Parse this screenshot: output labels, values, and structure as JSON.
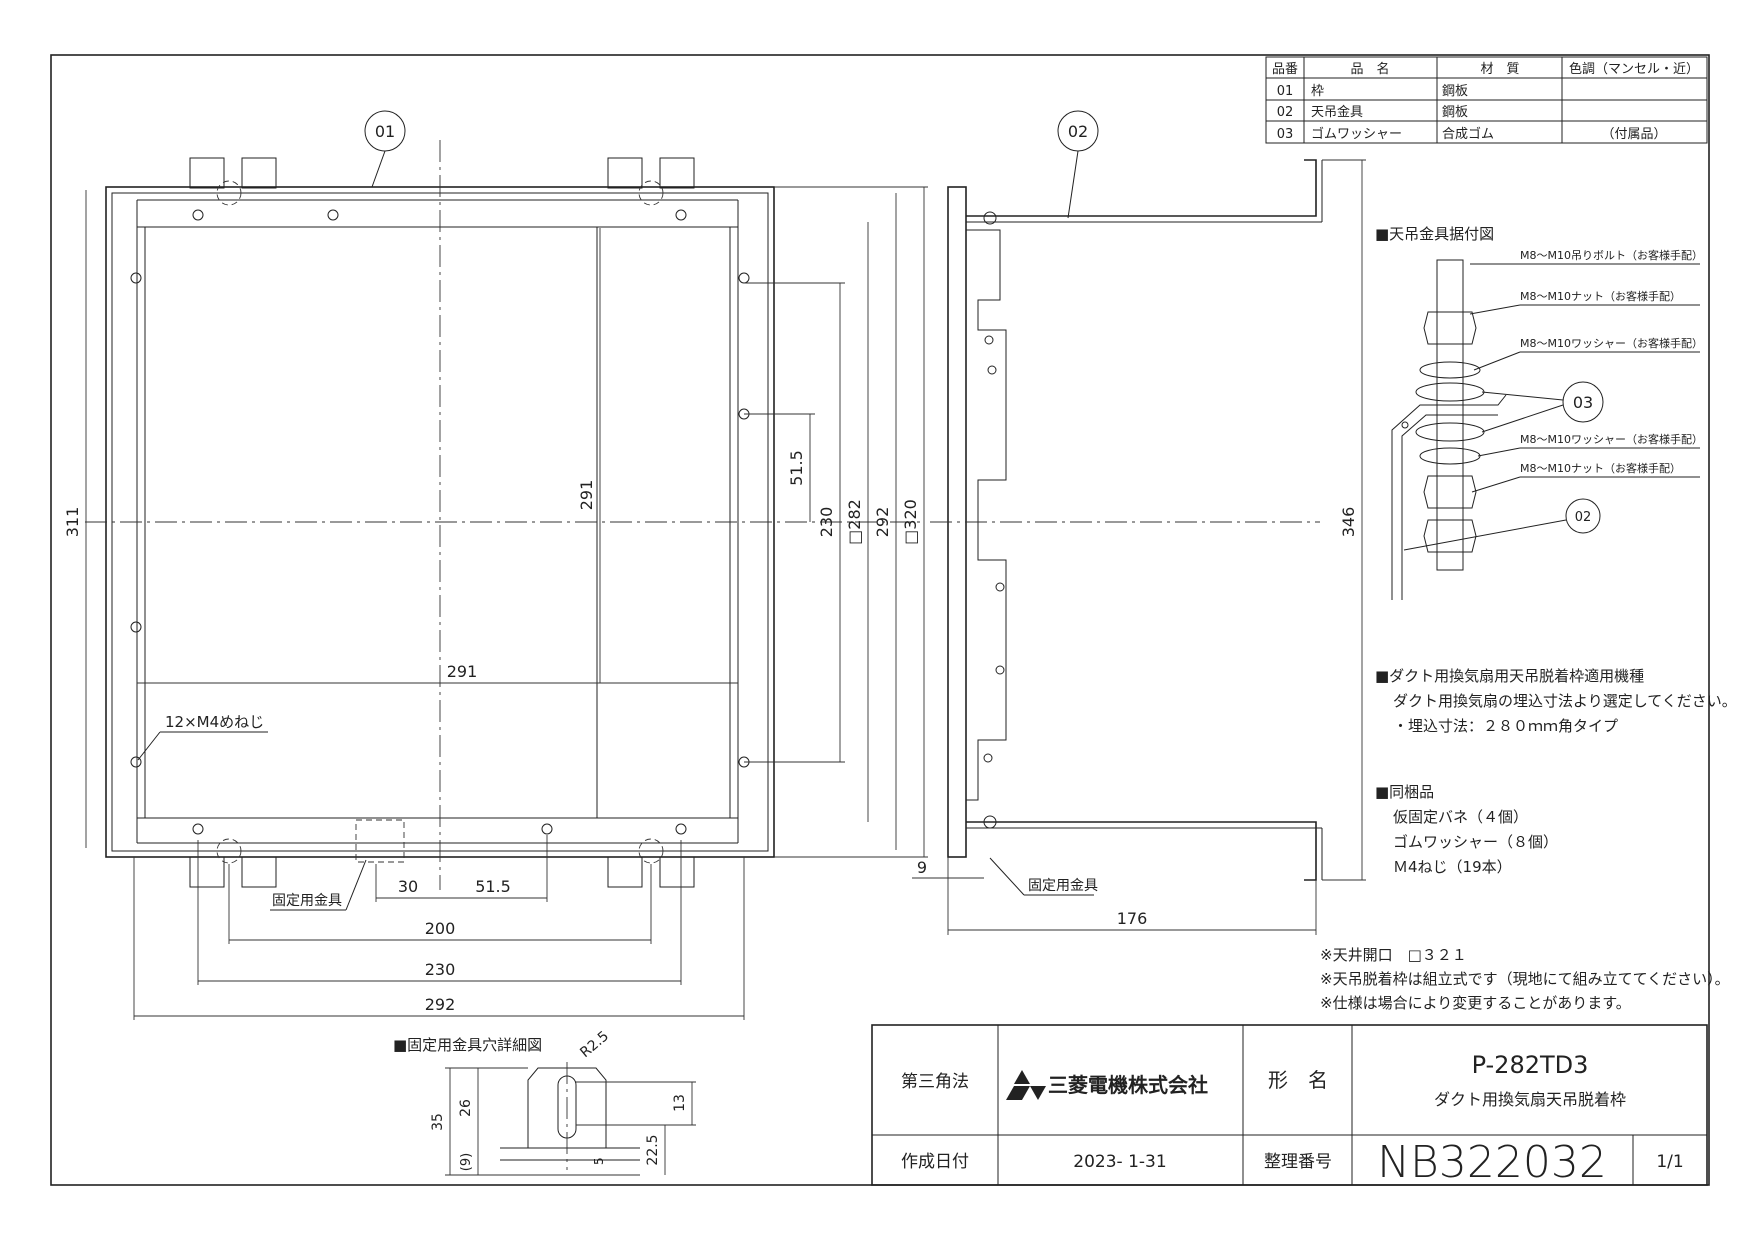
{
  "parts_table": {
    "headers": [
      "品番",
      "品　名",
      "材　質",
      "色調（マンセル・近）"
    ],
    "rows": [
      [
        "01",
        "枠",
        "鋼板",
        ""
      ],
      [
        "02",
        "天吊金具",
        "鋼板",
        ""
      ],
      [
        "03",
        "ゴムワッシャー",
        "合成ゴム",
        "（付属品）"
      ]
    ]
  },
  "callouts": {
    "c01": "01",
    "c02": "02",
    "c03": "03",
    "c02b": "02"
  },
  "front_dims": {
    "h311": "311",
    "v291": "291",
    "h291": "291",
    "v51_5": "51.5",
    "v230": "230",
    "v282": "□282",
    "v292": "292",
    "v320": "□320",
    "b30": "30",
    "b51_5": "51.5",
    "b200": "200",
    "b230": "230",
    "b292": "292"
  },
  "side_dims": {
    "d346": "346",
    "d9": "9",
    "d176": "176"
  },
  "labels": {
    "screws": "12×M4めねじ",
    "fixing1": "固定用金具",
    "fixing2": "固定用金具"
  },
  "hanger": {
    "title": "■天吊金具据付図",
    "bolt": "M8～M10吊りボルト（お客様手配）",
    "nut1": "M8～M10ナット（お客様手配）",
    "washer1": "M8～M10ワッシャー（お客様手配）",
    "washer2": "M8～M10ワッシャー（お客様手配）",
    "nut2": "M8～M10ナット（お客様手配）"
  },
  "notes": {
    "applicable_title": "■ダクト用換気扇用天吊脱着枠適用機種",
    "applicable_1": "ダクト用換気扇の埋込寸法より選定してください。",
    "applicable_2": "・埋込寸法：２８０ｍｍ角タイプ",
    "bundled_title": "■同梱品",
    "bundled_1": "仮固定バネ（４個）",
    "bundled_2": "ゴムワッシャー（８個）",
    "bundled_3": "Ｍ4ねじ（19本）",
    "star_1": "※天井開口　□３２１",
    "star_2": "※天吊脱着枠は組立式です（現地にて組み立ててください）。",
    "star_3": "※仕様は場合により変更することがあります。"
  },
  "detail": {
    "title": "■固定用金具穴詳細図",
    "r": "R2.5",
    "d35": "35",
    "d26": "26",
    "d9": "(9)",
    "d13": "13",
    "d22_5": "22.5",
    "d5": "5"
  },
  "title_block": {
    "projection": "第三角法",
    "company": "三菱電機株式会社",
    "model_label": "形　名",
    "model": "P-282TD3",
    "product": "ダクト用換気扇天吊脱着枠",
    "date_label": "作成日付",
    "date": "2023- 1-31",
    "ref_label": "整理番号",
    "ref": "NB322032",
    "sheet": "1/1"
  }
}
